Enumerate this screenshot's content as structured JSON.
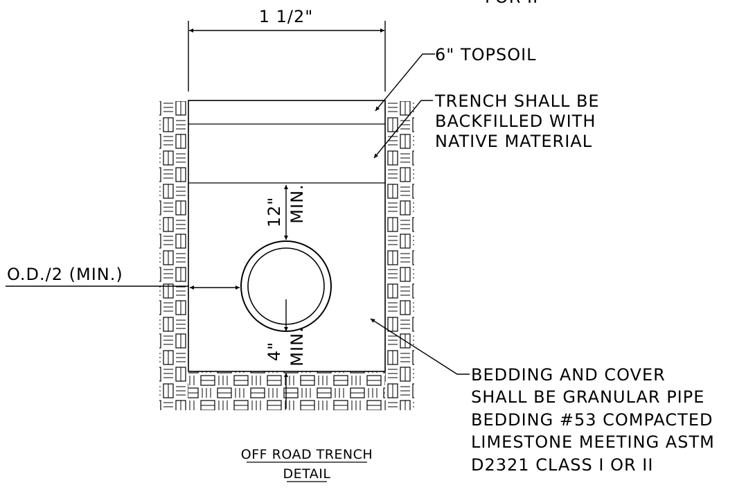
{
  "detail": {
    "top_note": "FOR II",
    "width_dim": "1 1/2\"",
    "callouts": {
      "topsoil": "6\" TOPSOIL",
      "backfill": [
        "TRENCH SHALL BE",
        "BACKFILLED WITH",
        "NATIVE MATERIAL"
      ],
      "side_clearance": "O.D./2 (MIN.)",
      "bedding": [
        "BEDDING AND COVER",
        "SHALL BE GRANULAR PIPE",
        "BEDDING #53 COMPACTED",
        "LIMESTONE MEETING ASTM",
        "D2321 CLASS I OR II"
      ]
    },
    "dims": {
      "cover_value": "12\"",
      "cover_qual": "MIN.",
      "bedding_value": "4\"",
      "bedding_qual": "MIN."
    },
    "title": [
      "OFF ROAD TRENCH",
      "DETAIL"
    ]
  }
}
